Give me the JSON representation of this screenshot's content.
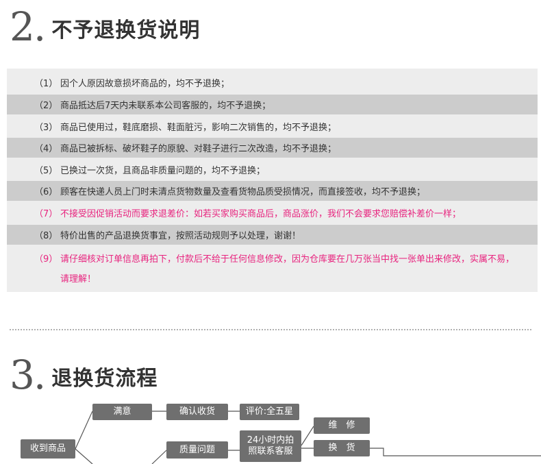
{
  "section2": {
    "number": "2.",
    "title": "不予退换货说明"
  },
  "rules": [
    {
      "num": "（1）",
      "text": "因个人原因故意损坏商品的，均不予退换；"
    },
    {
      "num": "（2）",
      "text": "商品抵达后7天内未联系本公司客服的，均不予退换；"
    },
    {
      "num": "（3）",
      "text": "商品已使用过，鞋底磨损、鞋面脏污，影响二次销售的，均不予退换；"
    },
    {
      "num": "（4）",
      "text": "商品已被拆标、破坏鞋子的原貌、对鞋子进行二次改造，均不予退换；"
    },
    {
      "num": "（5）",
      "text": "已换过一次货，且商品非质量问题的，均不予退换；"
    },
    {
      "num": "（6）",
      "text": "顾客在快递人员上门时未清点货物数量及查看货物品质受损情况，而直接签收，均不予退换；"
    },
    {
      "num": "（7）",
      "text": "不接受因促销活动而要求退差价：如若买家购买商品后，商品涨价，我们不会要求您赔偿补差价一样；"
    },
    {
      "num": "（8）",
      "text": "特价出售的产品退换货事宜，按照活动规则予以处理，谢谢！"
    },
    {
      "num": "（9）",
      "text": "请仔细核对订单信息再拍下，付款后不给于任何信息修改，因为仓库要在几万张当中找一张单出来修改，实属不易，请理解！"
    }
  ],
  "section3": {
    "number": "3.",
    "title": "退换货流程"
  },
  "flow": {
    "receive": "收到商品",
    "satisfied": "满意",
    "confirm": "确认收货",
    "rating": "评价:全五星",
    "quality": "质量问题",
    "contact": "24小时内拍照联系客服",
    "repair": "维　修",
    "exchange": "换　货"
  },
  "colors": {
    "pink": "#e8237e",
    "box": "#6f6f6f",
    "stripe_dark": "#cccccc",
    "stripe_light": "#ededed"
  }
}
